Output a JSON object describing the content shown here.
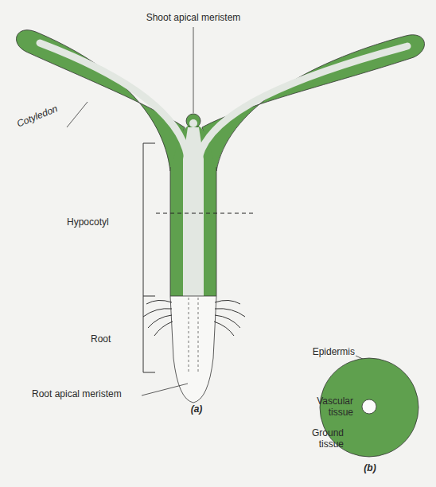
{
  "diagram": {
    "labels": [
      "Shoot apical meristem",
      "Cotyledon",
      "Hypocotyl",
      "Root",
      "Root apical meristem",
      "(a)",
      "Epidermis",
      "Vascular tissue",
      "Ground tissue",
      "(b)"
    ]
  }
}
